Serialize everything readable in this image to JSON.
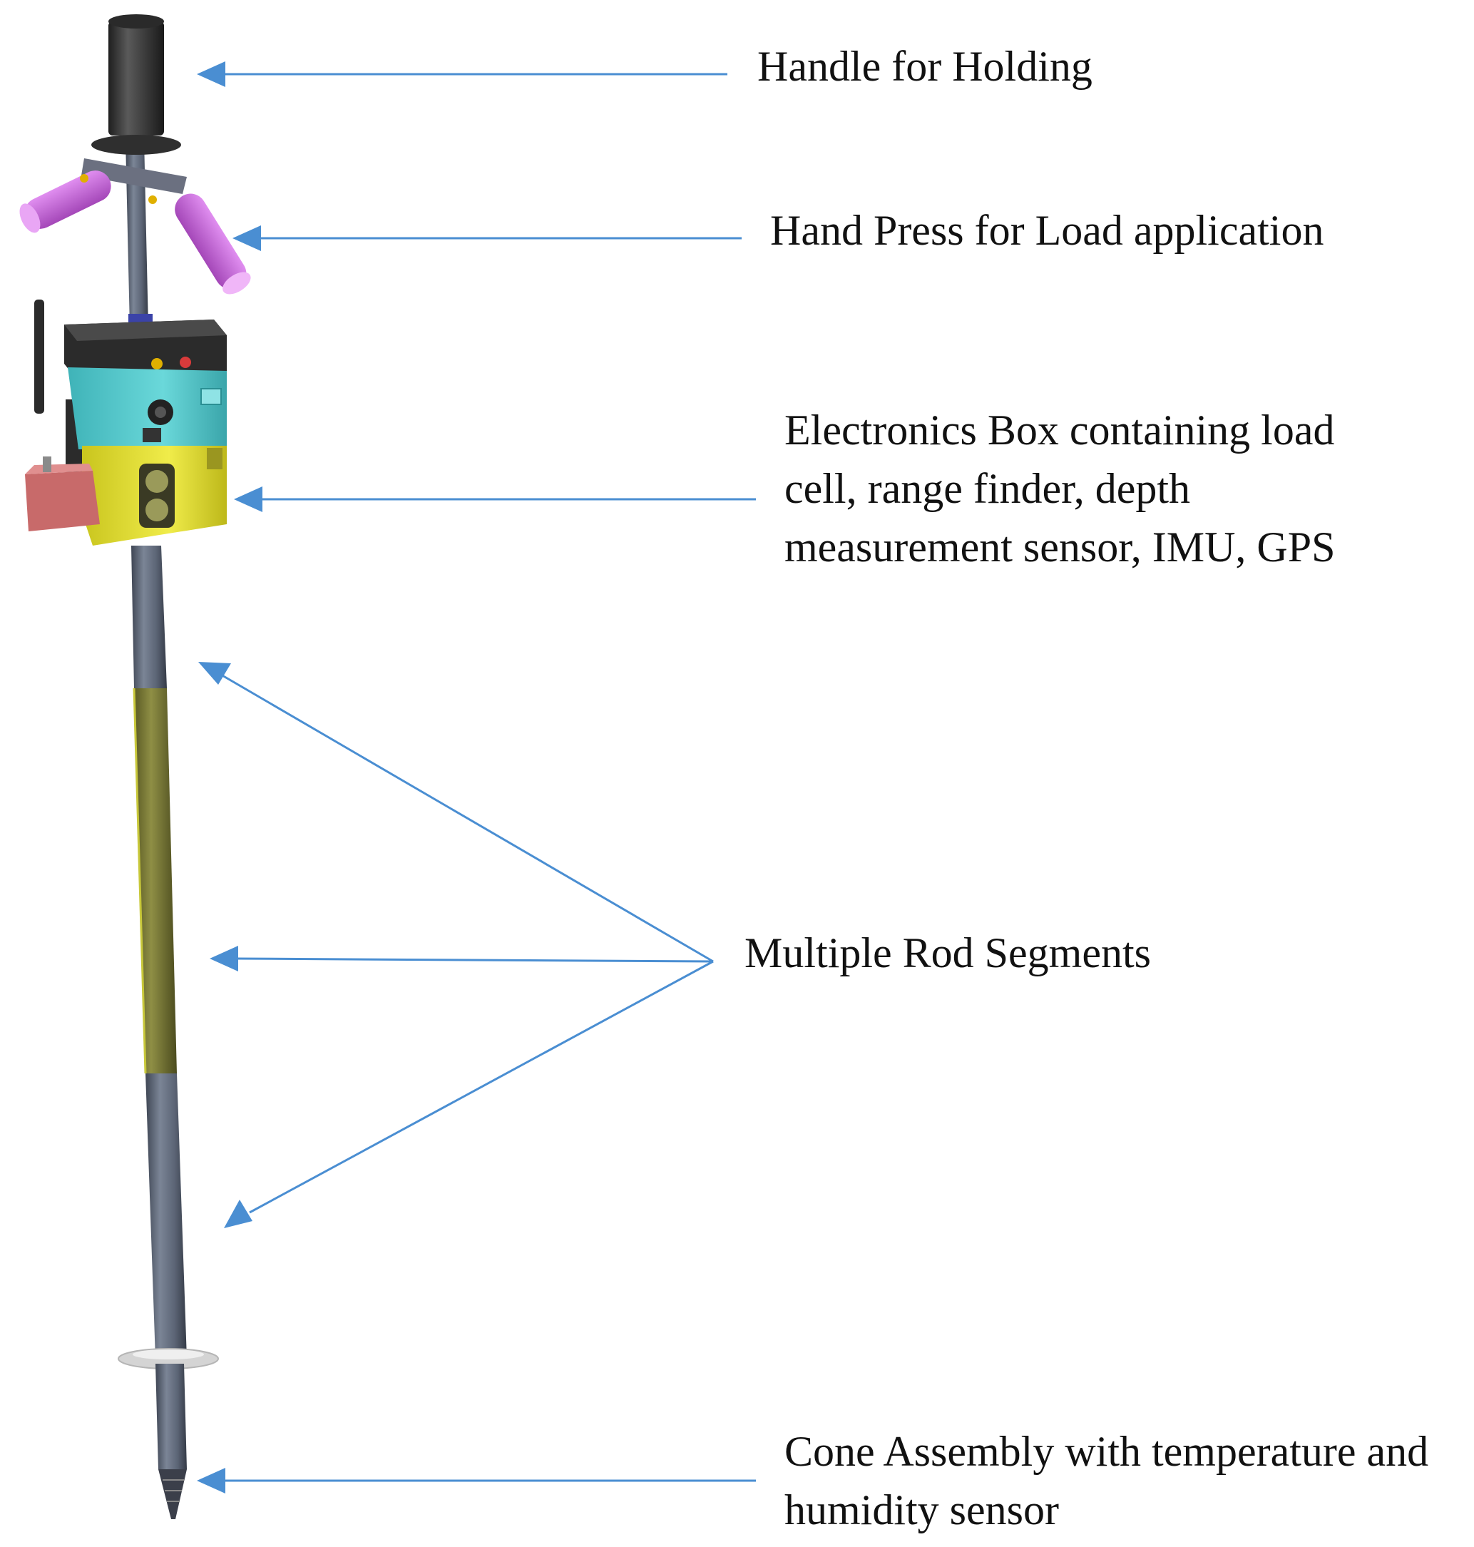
{
  "labels": {
    "handle": "Handle for Holding",
    "hand_press": "Hand Press for Load application",
    "electronics_box": [
      "Electronics Box containing load",
      "cell, range finder, depth",
      "measurement sensor, IMU, GPS"
    ],
    "rod_segments": "Multiple Rod Segments",
    "cone_assembly": [
      "Cone Assembly with temperature and",
      "humidity sensor"
    ]
  },
  "colors": {
    "arrow": "#4a8ed2",
    "rod": "#5f6878",
    "rod_segment_middle": "#7a7a3a",
    "handle": "#3a3a3a",
    "hand_press": "#c466d6",
    "electronics_top": "#2b2b2b",
    "electronics_middle": "#52c6c9",
    "electronics_bottom": "#e6e23a",
    "side_module": "#c86a6a",
    "collar": "#d4d4d4"
  }
}
